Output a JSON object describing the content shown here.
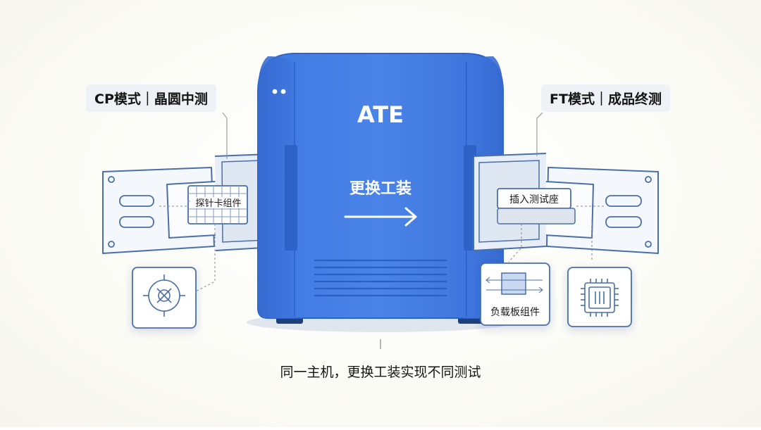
{
  "machine": {
    "name": "ATE",
    "action": "更换工装"
  },
  "left_mode": {
    "label": "CP模式｜晶圆中测",
    "component": "探针卡组件"
  },
  "right_mode": {
    "label": "FT模式｜成品终测",
    "component": "插入测试座",
    "sub_component": "负载板组件"
  },
  "caption": "同一主机，更换工装实现不同测试",
  "colors": {
    "machine_body": "#4a84e8",
    "machine_side": "#3a72d9",
    "outline": "#4a6fa8"
  }
}
